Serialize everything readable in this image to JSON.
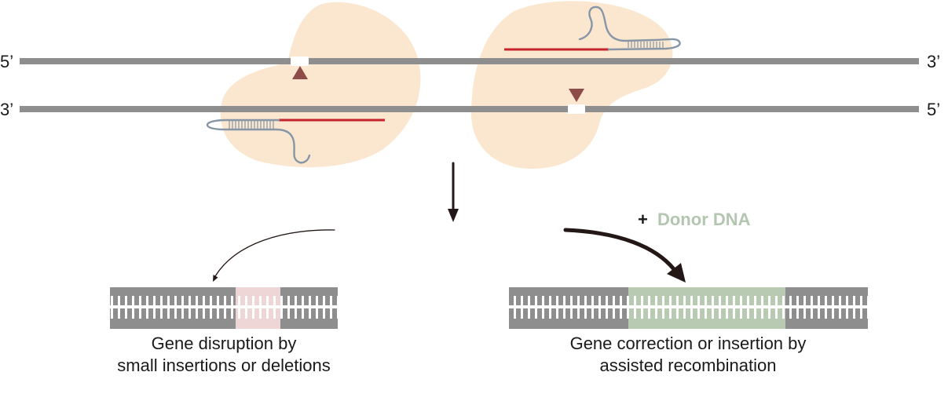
{
  "strand_labels": {
    "top_left": "5’",
    "top_right": "3’",
    "bottom_left": "3’",
    "bottom_right": "5’"
  },
  "donor": {
    "plus": "+",
    "label": "Donor DNA"
  },
  "outcomes": {
    "disruption": {
      "line1": "Gene disruption by",
      "line2": "small insertions or deletions"
    },
    "correction": {
      "line1": "Gene correction or insertion by",
      "line2": "assisted recombination"
    }
  },
  "colors": {
    "strand": "#8e8e8e",
    "cas9": "#fbe7cf",
    "guide_rna": "#c5252c",
    "scaffold_rna": "#8796a6",
    "cut_site": "#8d4c47",
    "indel": "#efd6d6",
    "donor": "#b8cab2",
    "donor_text": "#b3c6b0",
    "arrow": "#231815",
    "text": "#1a1a1a"
  }
}
